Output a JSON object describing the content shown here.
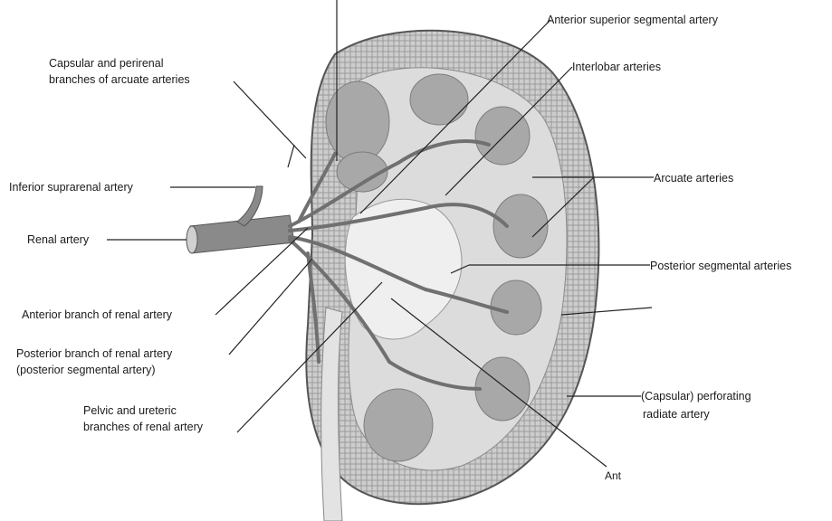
{
  "labels": {
    "capsular_perirenal": [
      "Capsular and perirenal",
      "branches of arcuate arteries"
    ],
    "inferior_suprarenal": "Inferior suprarenal artery",
    "renal_artery": "Renal artery",
    "anterior_branch": "Anterior branch of renal artery",
    "posterior_branch": [
      "Posterior branch of renal artery",
      "(posterior segmental artery)"
    ],
    "pelvic_ureteric": [
      "Pelvic and ureteric",
      "branches of renal artery"
    ],
    "anterior_superior_segmental": "Anterior superior segmental artery",
    "interlobar": "Interlobar arteries",
    "arcuate": "Arcuate arteries",
    "posterior_segmental": "Posterior segmental arteries",
    "capsular_perforating": [
      "(Capsular) perforating",
      "radiate artery"
    ],
    "ant_truncated": "Ant"
  },
  "colors": {
    "cortex": "#c9c9c9",
    "cortex_texture": "#8f8f8f",
    "pyramid": "#a9a9a9",
    "sinus": "#ececec",
    "vessel": "#6e6e6e",
    "leader_line": "#222222"
  }
}
